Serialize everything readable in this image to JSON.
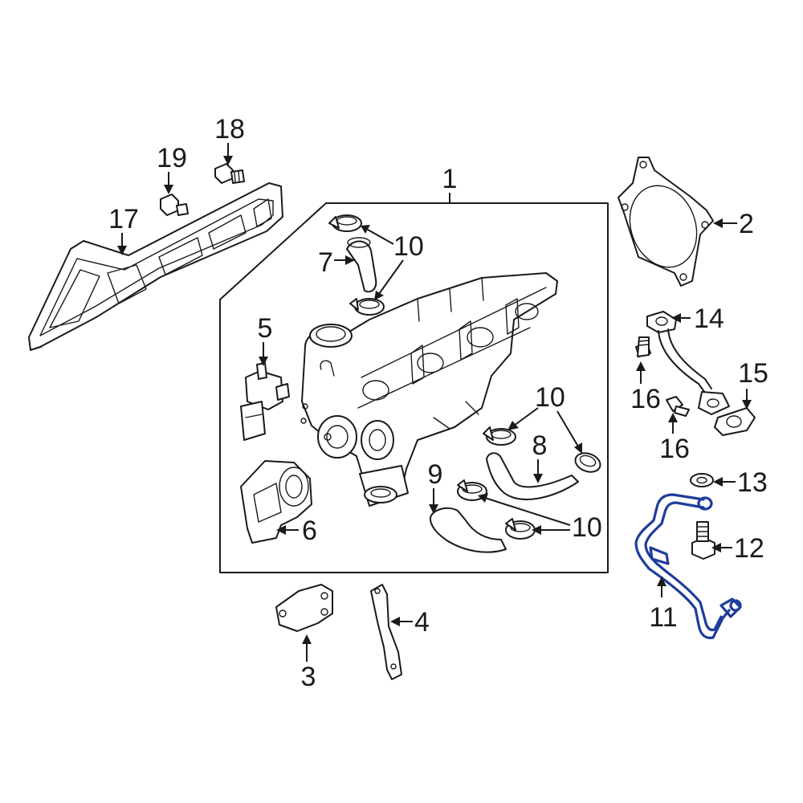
{
  "diagram": {
    "highlight_color": "#1f3c9c",
    "highlighted_part": "11",
    "callouts": {
      "c1": "1",
      "c2": "2",
      "c3": "3",
      "c4": "4",
      "c5": "5",
      "c6": "6",
      "c7": "7",
      "c8": "8",
      "c9": "9",
      "c10a": "10",
      "c10b": "10",
      "c10c": "10",
      "c11": "11",
      "c12": "12",
      "c13": "13",
      "c14": "14",
      "c15": "15",
      "c16a": "16",
      "c16b": "16",
      "c17": "17",
      "c18": "18",
      "c19": "19"
    }
  }
}
